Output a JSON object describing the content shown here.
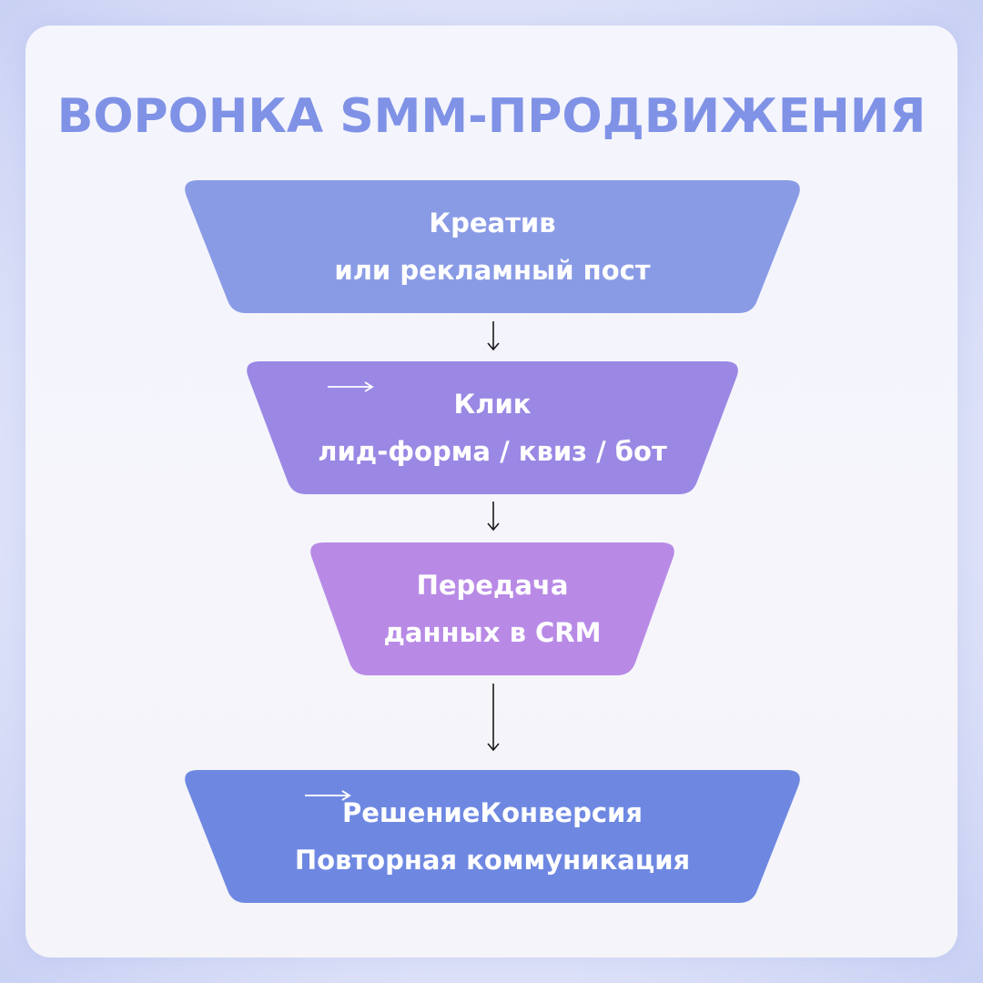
{
  "title": "ВОРОНКА SMM-ПРОДВИЖЕНИЯ",
  "stages": [
    {
      "line1": "Креатив",
      "line2": "или рекламный пост",
      "color": "#8a9be6"
    },
    {
      "line1": "Клик",
      "line2": "лид-форма / квиз / бот",
      "color": "#9a88e4"
    },
    {
      "line1": "Передача",
      "line2": "данных в CRM",
      "color": "#b88ae6"
    },
    {
      "part1": "Решение",
      "part2": "Конверсия",
      "line2": "Повторная коммуникация",
      "color": "#6e88e2"
    }
  ],
  "colors": {
    "title": "#7f92e6",
    "background": "#e6e9fa",
    "card": "#f5f5fb"
  }
}
